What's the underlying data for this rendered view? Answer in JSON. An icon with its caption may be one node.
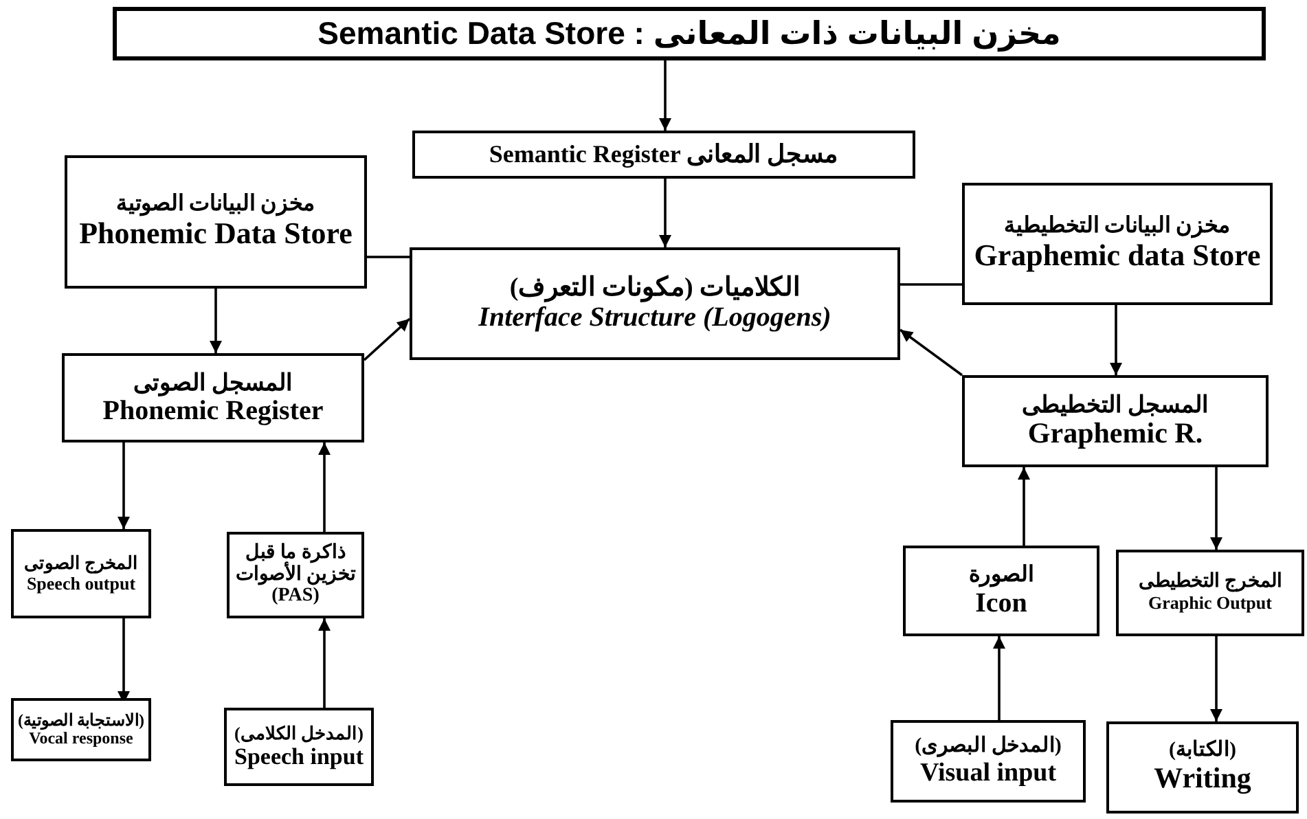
{
  "diagram": {
    "nodes": [
      {
        "text": [
          "Semantic Data Store : مخزن البيانات ذات المعانى"
        ]
      },
      {
        "text": [
          "Semantic Register مسجل المعانى"
        ]
      },
      {
        "text": [
          "مخزن البيانات الصوتية",
          "Phonemic Data Store"
        ]
      },
      {
        "text": [
          "الكلاميات (مكونات التعرف)",
          "Interface Structure (Logogens)"
        ]
      },
      {
        "text": [
          "مخزن البيانات التخطيطية",
          "Graphemic data Store"
        ]
      },
      {
        "text": [
          "المسجل الصوتى",
          "Phonemic Register"
        ]
      },
      {
        "text": [
          "المسجل التخطيطى",
          "Graphemic R."
        ]
      },
      {
        "text": [
          "المخرج الصوتى",
          "Speech output"
        ]
      },
      {
        "text": [
          "ذاكرة ما قبل تخزين الأصوات (PAS)"
        ]
      },
      {
        "text": [
          "(الاستجابة الصوتية)",
          "Vocal response"
        ]
      },
      {
        "text": [
          "(المدخل الكلامى)",
          "Speech input"
        ]
      },
      {
        "text": [
          "الصورة",
          "Icon"
        ]
      },
      {
        "text": [
          "المخرج التخطيطى",
          "Graphic Output"
        ]
      },
      {
        "text": [
          "(المدخل البصرى)",
          "Visual input"
        ]
      },
      {
        "text": [
          "(الكتابة)",
          "Writing"
        ]
      }
    ],
    "edges": [
      {
        "from": 0,
        "to": 1,
        "arrow": "to"
      },
      {
        "from": 1,
        "to": 3,
        "arrow": "to"
      },
      {
        "from": 2,
        "to": 3,
        "arrow": "none"
      },
      {
        "from": 4,
        "to": 3,
        "arrow": "none"
      },
      {
        "from": 2,
        "to": 5,
        "arrow": "to"
      },
      {
        "from": 5,
        "to": 3,
        "arrow": "to"
      },
      {
        "from": 4,
        "to": 6,
        "arrow": "to"
      },
      {
        "from": 6,
        "to": 3,
        "arrow": "to"
      },
      {
        "from": 5,
        "to": 7,
        "arrow": "to"
      },
      {
        "from": 8,
        "to": 5,
        "arrow": "to"
      },
      {
        "from": 7,
        "to": 9,
        "arrow": "to"
      },
      {
        "from": 10,
        "to": 8,
        "arrow": "to"
      },
      {
        "from": 11,
        "to": 6,
        "arrow": "to"
      },
      {
        "from": 6,
        "to": 12,
        "arrow": "to"
      },
      {
        "from": 13,
        "to": 11,
        "arrow": "to"
      },
      {
        "from": 12,
        "to": 14,
        "arrow": "to"
      }
    ]
  }
}
